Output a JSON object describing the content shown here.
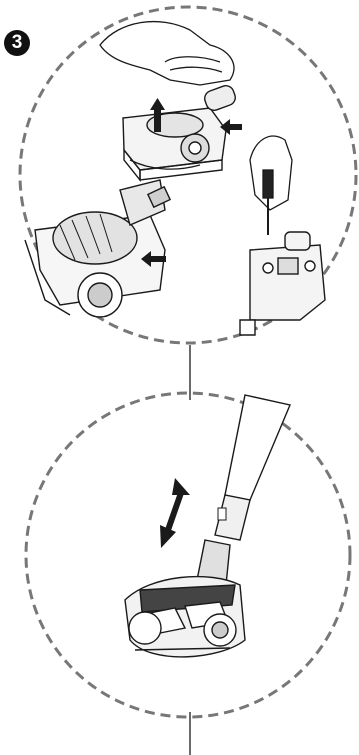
{
  "step": {
    "number": "3"
  },
  "colors": {
    "ink": "#1a1a1a",
    "dash": "#777777",
    "badge": "#111111",
    "shade": "#c9c9c9"
  },
  "panels": [
    {
      "name": "upper-detail-circle",
      "icons": [
        "hand-icon",
        "brush-roller-icon",
        "push-arrow-icon",
        "screwdriver-icon"
      ]
    },
    {
      "name": "lower-detail-circle",
      "icons": [
        "vacuum-tube-icon",
        "turbo-brush-head-icon",
        "double-arrow-icon"
      ]
    }
  ]
}
